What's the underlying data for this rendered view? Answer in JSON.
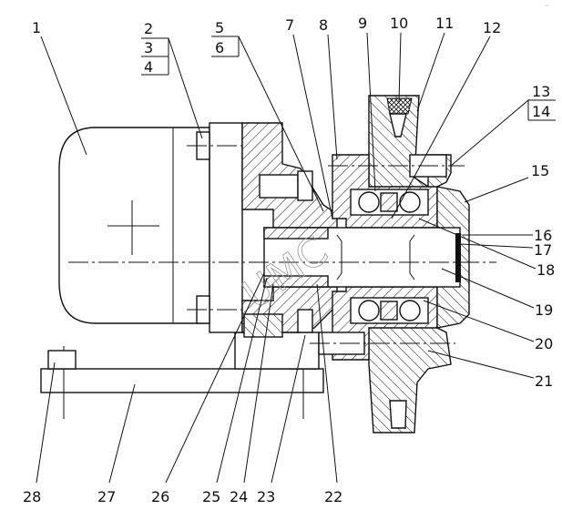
{
  "drawing": {
    "corner_mark": "ᵃᵖᵉ",
    "watermark": "UMC",
    "part_labels": [
      "1",
      "2",
      "3",
      "4",
      "5",
      "6",
      "7",
      "8",
      "9",
      "10",
      "11",
      "12",
      "13",
      "14",
      "15",
      "16",
      "17",
      "18",
      "19",
      "20",
      "21",
      "22",
      "23",
      "24",
      "25",
      "26",
      "27",
      "28"
    ]
  }
}
